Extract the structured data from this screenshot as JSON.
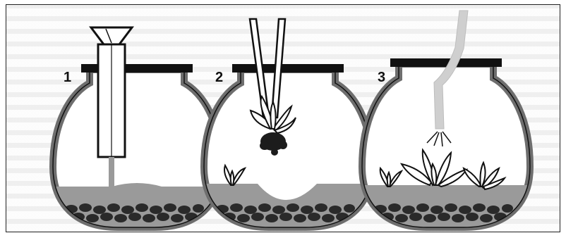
{
  "steps": [
    {
      "number": "1",
      "tool": "funnel-tube"
    },
    {
      "number": "2",
      "tool": "two-sticks"
    },
    {
      "number": "3",
      "tool": "spray-tube"
    }
  ],
  "colors": {
    "outline": "#111111",
    "glass_wall": "#6e6e6e",
    "glass_fill": "#ffffff",
    "soil": "#9a9a9a",
    "pebbles": "#2a2a2a",
    "tool_fill": "#ffffff",
    "spray_tube": "#cfcfcf"
  }
}
